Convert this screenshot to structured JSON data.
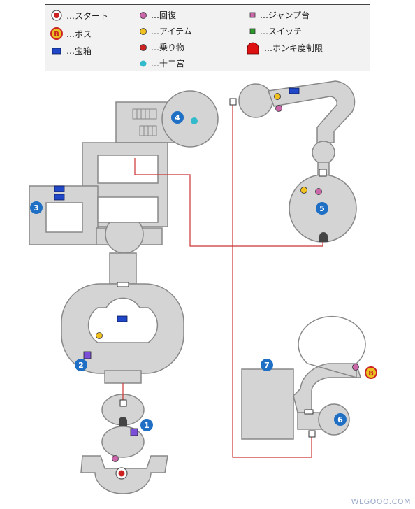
{
  "legend": {
    "items": [
      {
        "label": "…スタート",
        "icon": "start-icon"
      },
      {
        "label": "…ボス",
        "icon": "boss-icon"
      },
      {
        "label": "…宝箱",
        "icon": "treasure-chest-icon"
      },
      {
        "label": "…回復",
        "icon": "recovery-point-icon"
      },
      {
        "label": "…アイテム",
        "icon": "item-icon"
      },
      {
        "label": "…乗り物",
        "icon": "vehicle-icon"
      },
      {
        "label": "…十二宮",
        "icon": "zodiac-icon"
      },
      {
        "label": "…ジャンプ台",
        "icon": "jump-pad-icon"
      },
      {
        "label": "…スイッチ",
        "icon": "switch-icon"
      },
      {
        "label": "…ホンキ度制限",
        "icon": "honki-limit-door-icon"
      }
    ],
    "boss_letter": "B"
  },
  "areas": [
    "1",
    "2",
    "3",
    "4",
    "5",
    "6",
    "7"
  ],
  "colors": {
    "floor": "#d4d4d4",
    "wall": "#888888",
    "connector": "#cc3333",
    "area_marker": "#1f6fc4",
    "chest": "#1f47c8",
    "jump_pad": "#7b4fd8",
    "recovery": "#cc66aa",
    "item": "#f0c020",
    "vehicle": "#cc2222",
    "zodiac": "#33bbcc",
    "switch": "#2a9a2a",
    "boss": "#e8c020"
  },
  "watermark": "WLGOOO.COM"
}
